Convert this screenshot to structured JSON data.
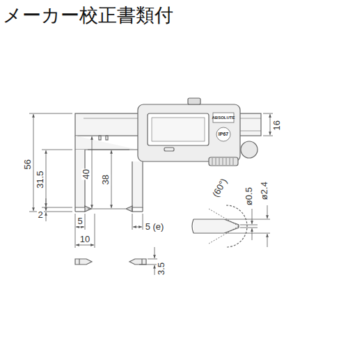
{
  "diagram": {
    "title": "メーカー校正書類付",
    "labels": [
      "56",
      "31.5",
      "2",
      "40",
      "38",
      "5",
      "5 (e)",
      "10",
      "3.5",
      "16",
      "(60°)",
      "ø0.5",
      "ø2.4",
      "ABSOLUTE",
      "IP67"
    ]
  }
}
